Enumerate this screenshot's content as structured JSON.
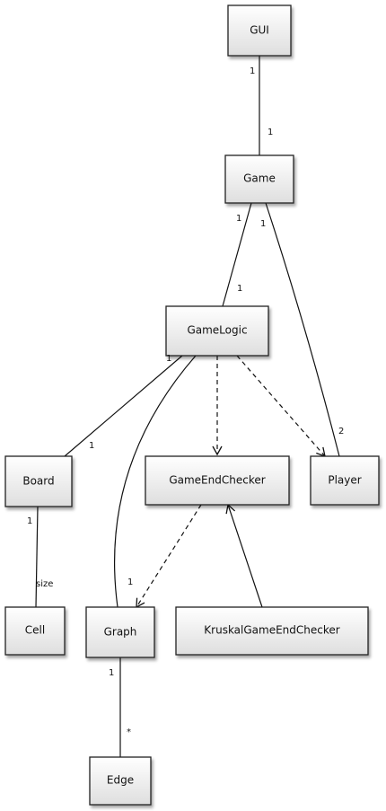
{
  "classes": {
    "gui": "GUI",
    "game": "Game",
    "game_logic": "GameLogic",
    "board": "Board",
    "game_end_checker": "GameEndChecker",
    "player": "Player",
    "cell": "Cell",
    "graph": "Graph",
    "kruskal_game_end_checker": "KruskalGameEndChecker",
    "edge": "Edge"
  },
  "multiplicities": {
    "gui_game_gui_end": "1",
    "gui_game_game_end": "1",
    "game_logic_game_end": "1",
    "game_logic_logic_end": "1",
    "game_player_game_end": "1",
    "game_player_player_end": "2",
    "logic_board_logic_end": "1",
    "logic_board_board_end": "1",
    "logic_graph_graph_end": "1",
    "board_cell_board_end": "1",
    "board_cell_cell_end": "size",
    "graph_edge_graph_end": "1",
    "graph_edge_edge_end": "*"
  }
}
